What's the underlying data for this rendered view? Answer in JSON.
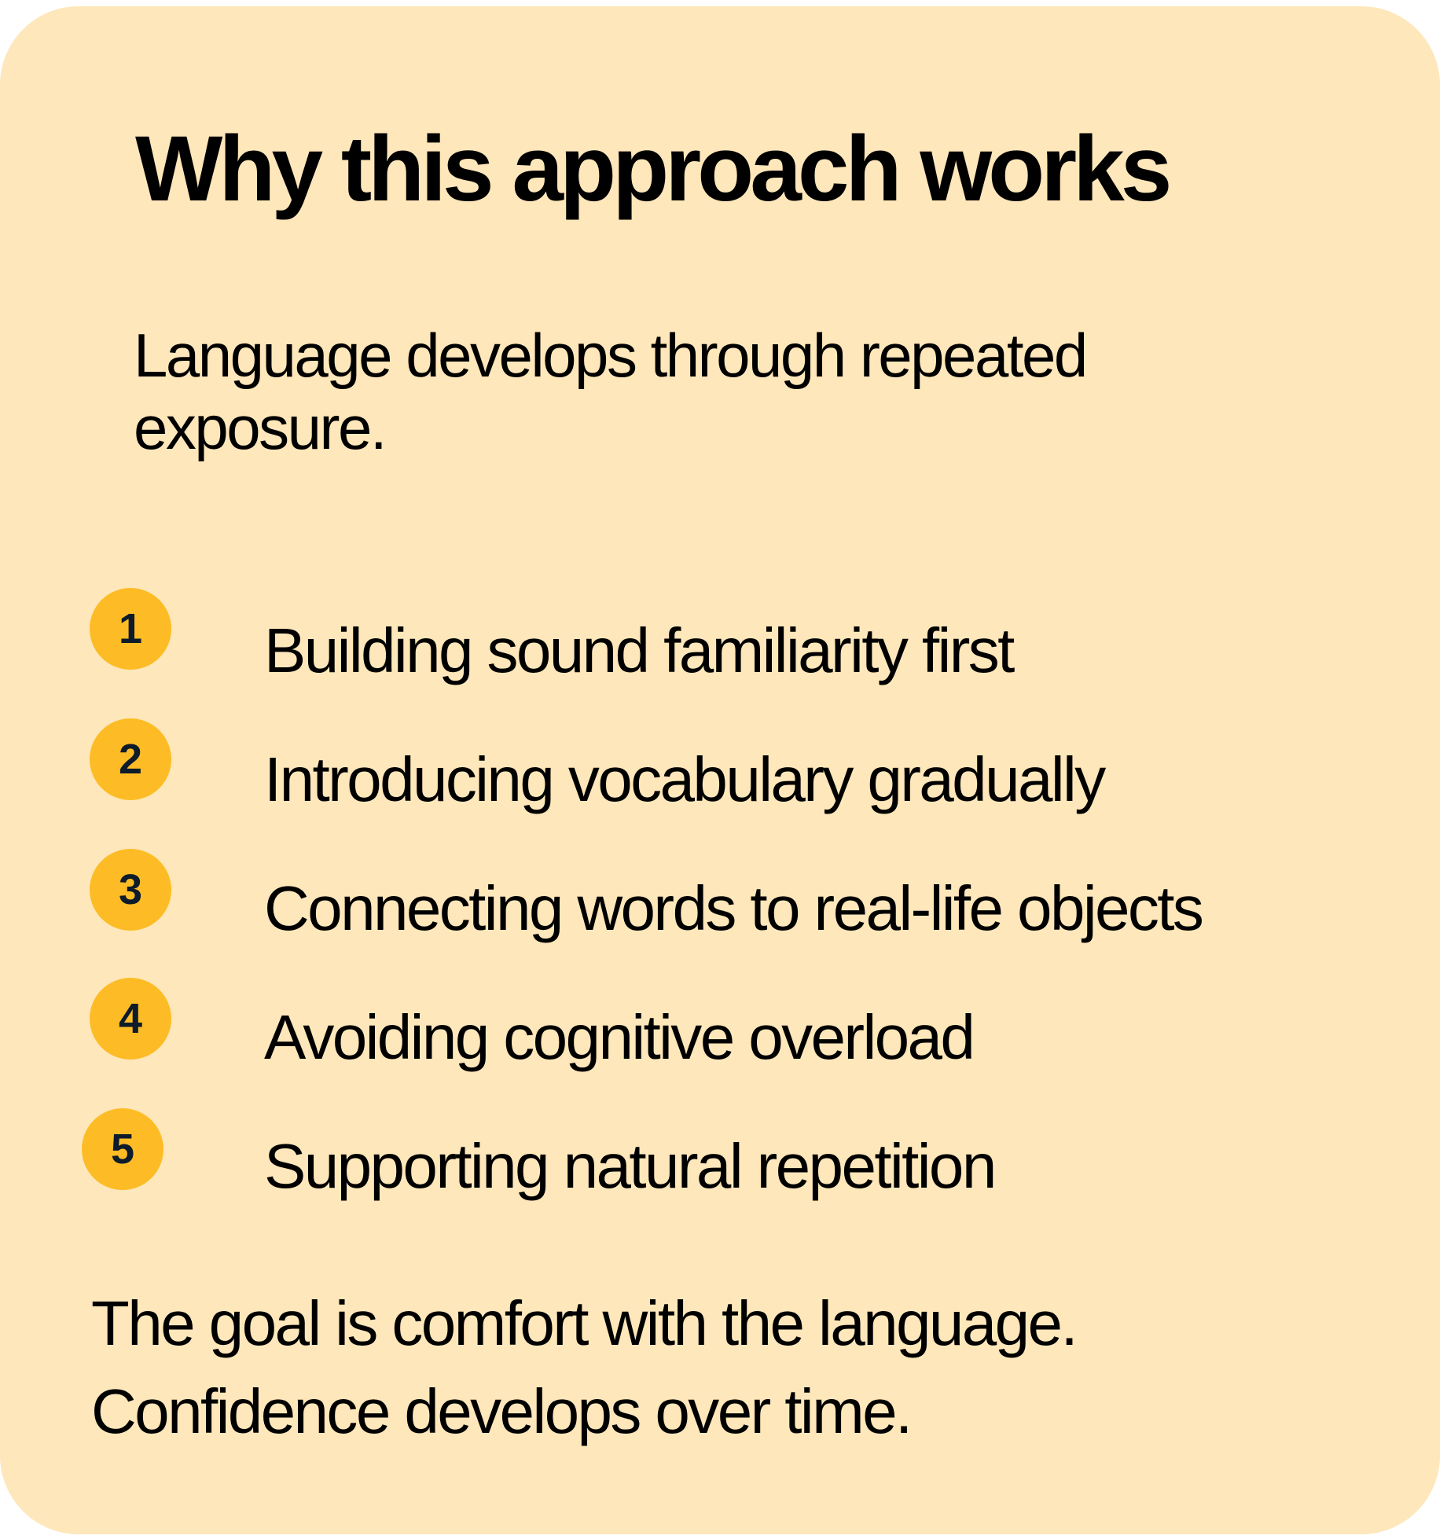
{
  "card": {
    "background_color": "#FEE7BA",
    "title": "Why this approach works",
    "intro": "Language develops through repeated exposure.",
    "badge_color": "#FDBC25",
    "badge_text_color": "#0D1B2A",
    "items": [
      {
        "number": "1",
        "label": "Building sound familiarity first"
      },
      {
        "number": "2",
        "label": "Introducing vocabulary gradually"
      },
      {
        "number": "3",
        "label": "Connecting words to real-life objects"
      },
      {
        "number": "4",
        "label": "Avoiding cognitive overload"
      },
      {
        "number": "5",
        "label": "Supporting natural repetition"
      }
    ],
    "closing": {
      "line1": "The goal is comfort with the language.",
      "line2": "Confidence develops over time."
    }
  }
}
